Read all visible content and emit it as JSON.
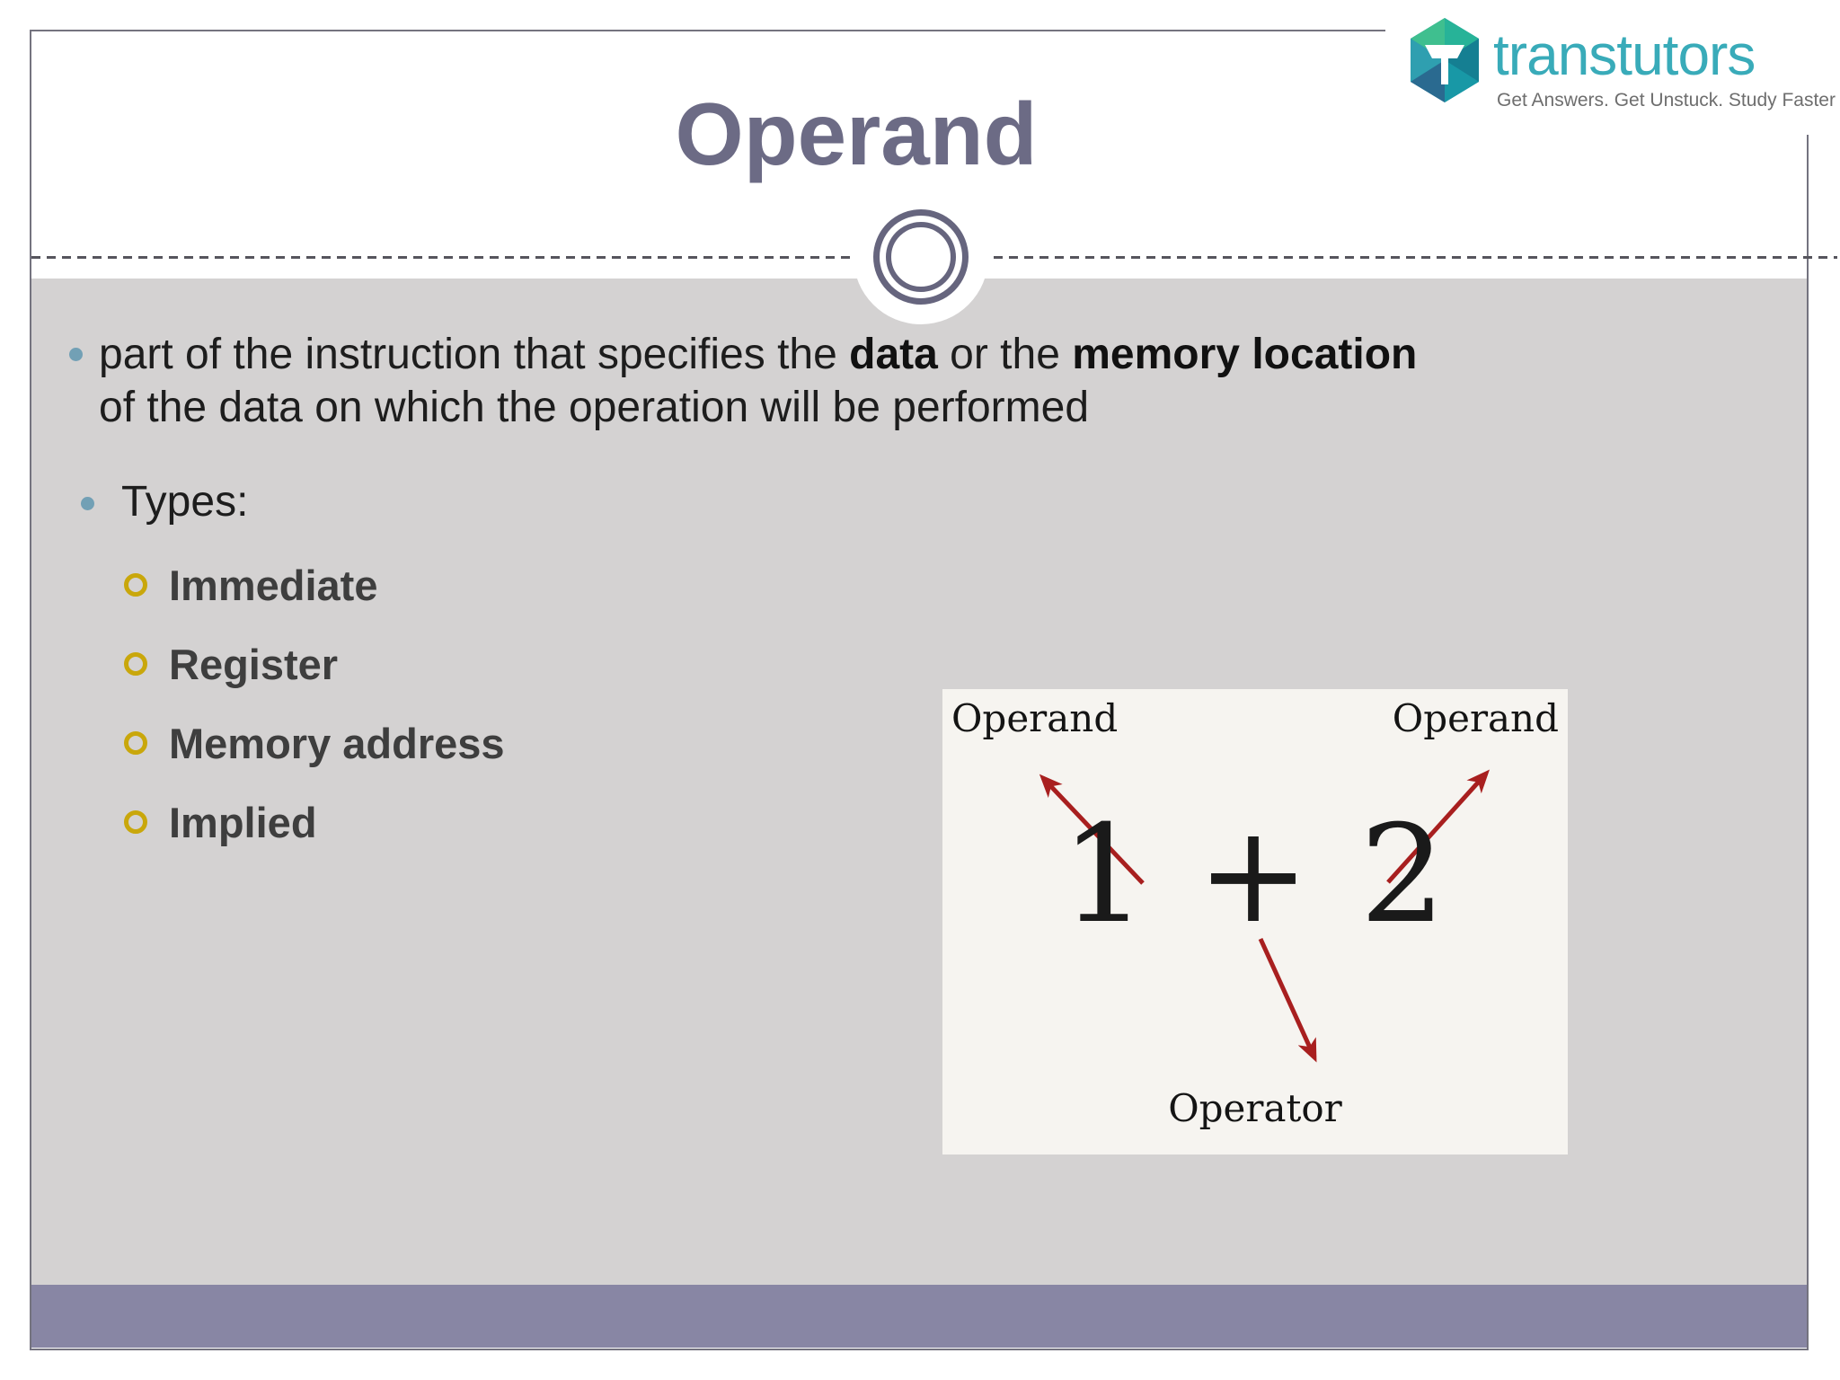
{
  "logo": {
    "brand": "transtutors",
    "tagline": "Get Answers. Get Unstuck. Study Faster"
  },
  "slide": {
    "title": "Operand",
    "bullet1": {
      "seg1": "part of the instruction that specifies the ",
      "seg2": "data",
      "seg3": " or the ",
      "seg4": "memory location",
      "line2": "of the data on which the operation will be performed"
    },
    "types": {
      "label": "Types:",
      "items": [
        {
          "label": "Immediate"
        },
        {
          "label": "Register"
        },
        {
          "label": "Memory address"
        },
        {
          "label": "Implied"
        }
      ]
    }
  },
  "figure": {
    "operand_left": "Operand",
    "operand_right": "Operand",
    "expression": "1 + 2",
    "operator_label": "Operator"
  },
  "colors": {
    "title_text": "#6c6b85",
    "content_bg": "#d4d2d2",
    "footer_bar": "#8886a4",
    "bullet_teal": "#72a0b5",
    "ring_gold": "#c9a70b",
    "arrow_red": "#a81f1f",
    "brand_teal": "#39abb9",
    "figure_bg": "#f6f4f0"
  }
}
